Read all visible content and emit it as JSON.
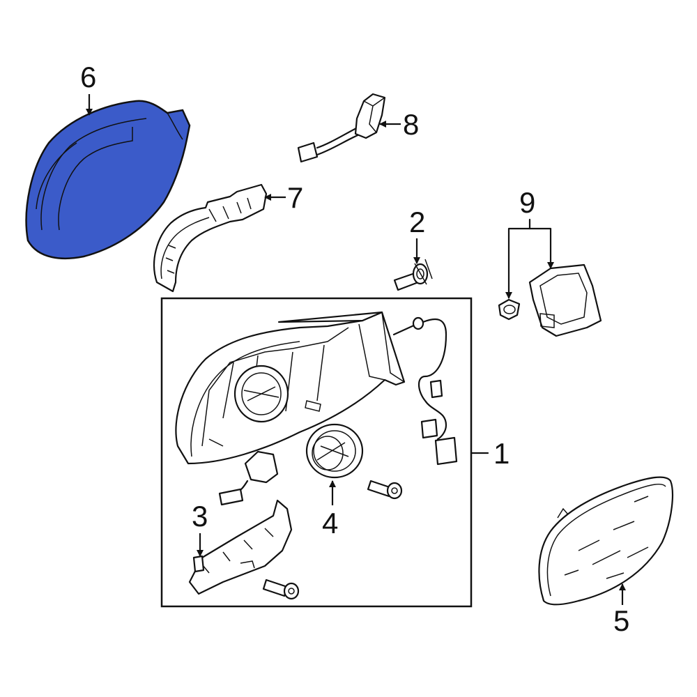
{
  "callouts": {
    "c1": "1",
    "c2": "2",
    "c3": "3",
    "c4": "4",
    "c5": "5",
    "c6": "6",
    "c7": "7",
    "c8": "8",
    "c9": "9"
  },
  "colors": {
    "highlight": "#3b5bc9",
    "line": "#111111",
    "background": "#ffffff"
  }
}
